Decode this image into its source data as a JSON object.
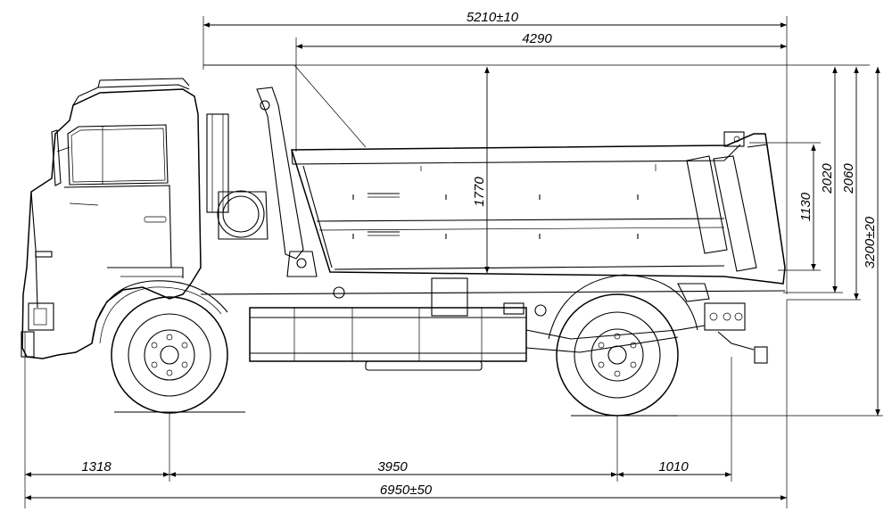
{
  "dimensions": {
    "body_overall_length": "5210±10",
    "platform_length": "4290",
    "platform_inner_height": "1770",
    "side_board_height": "1130",
    "height_2020": "2020",
    "height_2060": "2060",
    "overall_height": "3200±20",
    "front_overhang": "1318",
    "wheelbase": "3950",
    "rear_overhang": "1010",
    "overall_length": "6950±50"
  }
}
